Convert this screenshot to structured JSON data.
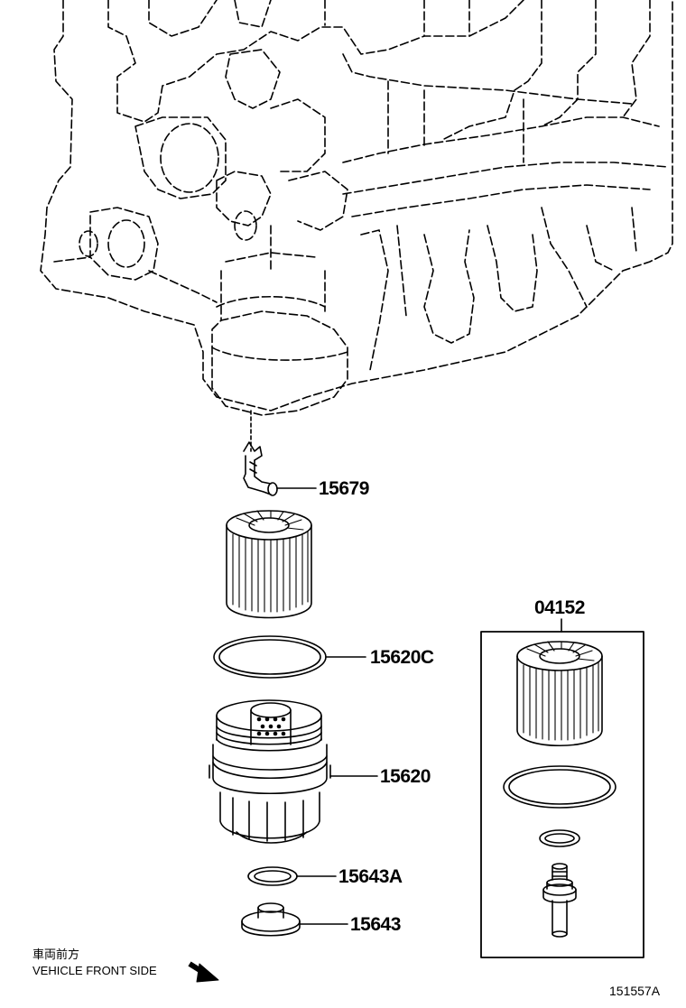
{
  "parts": {
    "p15679": "15679",
    "p15620c": "15620C",
    "p15620": "15620",
    "p15643a": "15643A",
    "p15643": "15643",
    "p04152": "04152"
  },
  "footer": {
    "direction_jp": "車両前方",
    "direction_en": "VEHICLE FRONT SIDE",
    "figure_id": "151557A"
  }
}
